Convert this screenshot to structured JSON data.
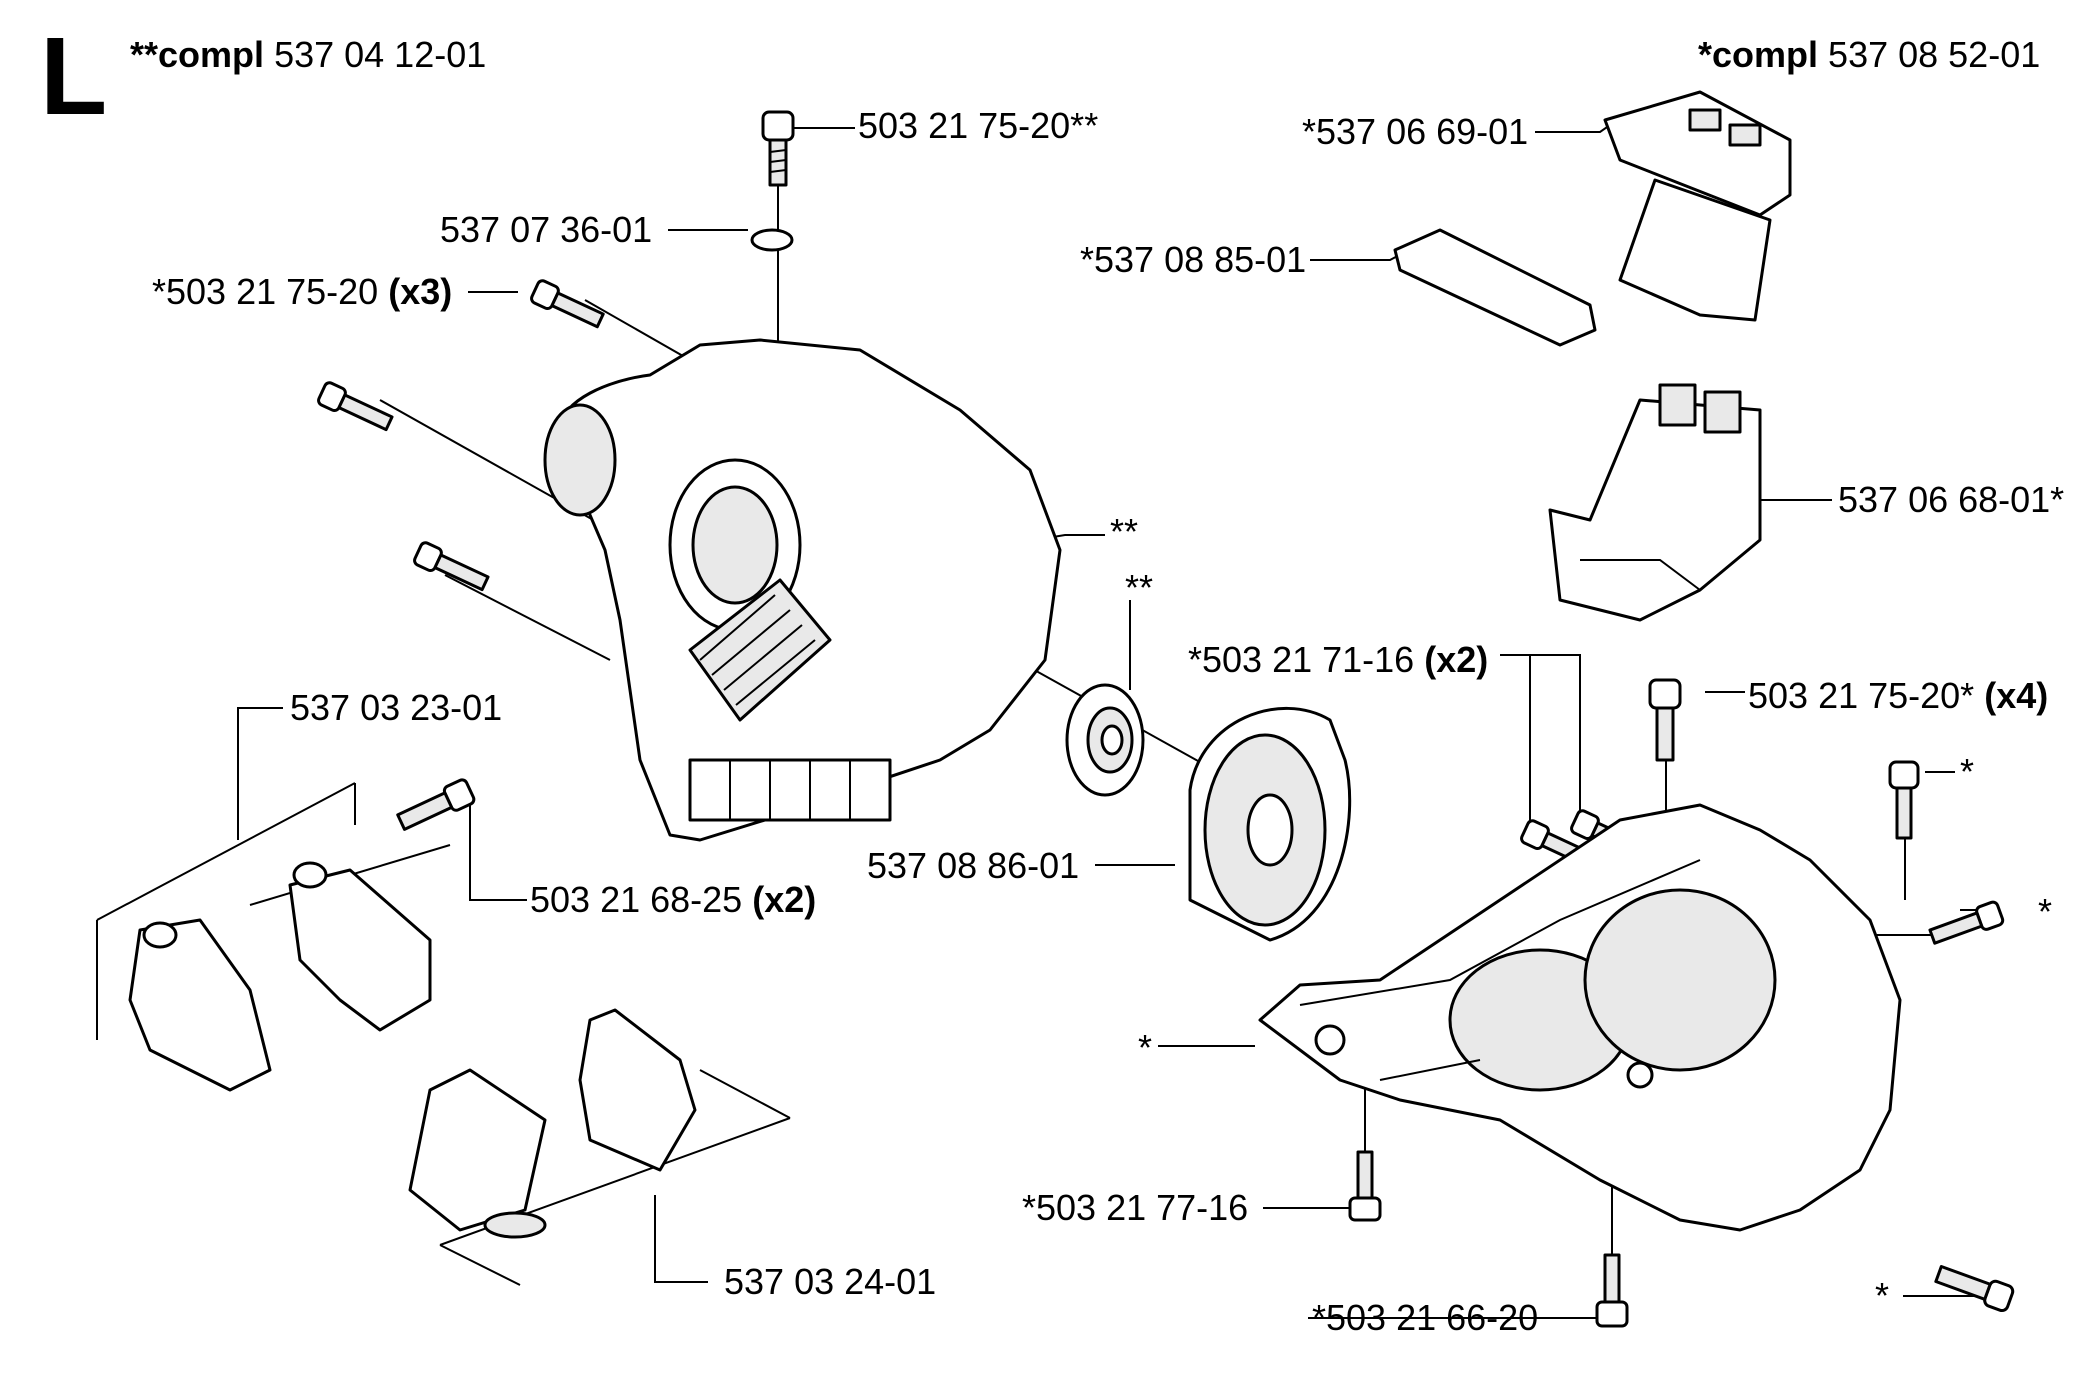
{
  "section": "L",
  "header_left": {
    "prefix": "**compl",
    "part": "537 04 12-01"
  },
  "header_right": {
    "prefix": "*compl",
    "part": "537 08 52-01"
  },
  "labels": {
    "bolt_top": "503 21 75-20**",
    "ring": "537 07 36-01",
    "screws_x3": "*503 21 75-20",
    "screws_x3_qty": "(x3)",
    "gasket_top": "*537 06 69-01",
    "gasket_small": "*537 08 85-01",
    "intake_cover": "537 06 68-01*",
    "housing_mark": "**",
    "bearing_mark": "**",
    "screws_x2": "*503 21 71-16",
    "screws_x2_qty": "(x2)",
    "screws_x4": "503 21 75-20*",
    "screws_x4_qty": "(x4)",
    "clamp_set": "537 03 23-01",
    "screw_clamp": "503 21 68-25",
    "screw_clamp_qty": "(x2)",
    "seal_hub": "537 08 86-01",
    "mark_a": "*",
    "mark_b": "*",
    "mark_c": "*",
    "mark_d": "*",
    "screw_bottom1": "*503 21 77-16",
    "screw_bottom2": "*503 21 66-20",
    "bushing_set": "537 03 24-01"
  }
}
